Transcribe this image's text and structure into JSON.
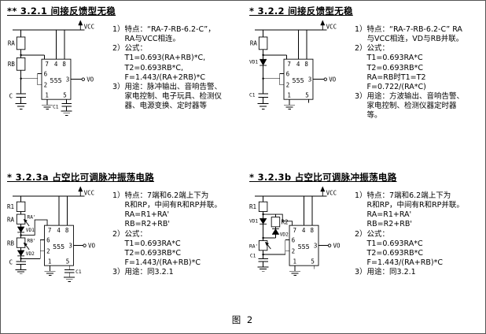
{
  "caption": "图 2",
  "sections": [
    {
      "title": "** 3.2.1 间接反馈型无稳",
      "notes": [
        {
          "num": "1）",
          "text": "特点：“RA-7-RB-6.2-C”，\nRA与VCC相连。"
        },
        {
          "num": "2）",
          "text": "公式：\nT1=0.693(RA+RB)*C,\nT2=0.693RB*C,\nF=1.443/(RA+2RB)*C"
        },
        {
          "num": "3）",
          "text": "用途：脉冲输出、音响告警、\n家电控制、电子玩具、检测仪\n器、电源变换、定时器等"
        }
      ],
      "circuit": {
        "chip": "555",
        "pins": {
          "p7": "7",
          "p4": "4",
          "p8": "8",
          "p6": "6",
          "p2": "2",
          "p3": "3",
          "p1": "1",
          "p5": "5"
        },
        "labels": {
          "ra": "RA",
          "rb": "RB",
          "c": "C",
          "c1": "C1",
          "vcc": "VCC",
          "vo": "VO"
        }
      }
    },
    {
      "title": "* 3.2.2 间接反馈型无稳",
      "notes": [
        {
          "num": "1）",
          "text": "特点：“RA-7-RB-6.2-C” RA\n与VCC相连，VD与RB并联。"
        },
        {
          "num": "2）",
          "text": "公式：\nT1=0.693RA*C\nT2=0.693RB*C\nRA=RB时T1=T2\nF=0.722/(RA*C)"
        },
        {
          "num": "3）",
          "text": "用途：方波输出、音响告警、\n家电控制、检测仪器定时器\n等。"
        }
      ],
      "circuit": {
        "chip": "555",
        "pins": {
          "p7": "7",
          "p4": "4",
          "p8": "8",
          "p6": "6",
          "p2": "2",
          "p3": "3",
          "p1": "1",
          "p5": "5"
        },
        "labels": {
          "ra": "RA",
          "vd1": "VD1",
          "c1": "C1",
          "vcc": "VCC",
          "vo": "VO"
        }
      }
    },
    {
      "title": "* 3.2.3a 占空比可调脉冲振荡电路",
      "notes": [
        {
          "num": "1）",
          "text": "特点：7端和6.2端上下为\nR和RP，中间有R和RP并联。\nRA=R1+RA'\nRB=R2+RB'"
        },
        {
          "num": "2）",
          "text": "公式：\nT1=0.693RA*C\nT2=0.693RB*C\nF=1.443/(RA+RB)*C"
        },
        {
          "num": "3）",
          "text": "用途：同3.2.1"
        }
      ],
      "circuit": {
        "chip": "555",
        "pins": {
          "p7": "7",
          "p4": "4",
          "p8": "8",
          "p6": "6",
          "p2": "2",
          "p3": "3",
          "p1": "1",
          "p5": "5"
        },
        "labels": {
          "r1": "R1",
          "ra": "RA",
          "ra_p": "RA'",
          "vd1": "VD1",
          "rb": "RB",
          "rb_p": "RB'",
          "vd2": "VD2",
          "c": "C",
          "c1": "C1",
          "vcc": "VCC",
          "vo": "VO"
        }
      }
    },
    {
      "title": "* 3.2.3b 占空比可调脉冲振荡电路",
      "notes": [
        {
          "num": "1）",
          "text": "特点：7端和6.2端上下为\nR和RP，中间有R和RP并联。\nRA=R1+RA'\nRB=R2+RB'"
        },
        {
          "num": "2）",
          "text": "公式：\nT1=0.693RA*C\nT2=0.693RB*C\nF=1.443/(RA+RB)*C"
        },
        {
          "num": "3）",
          "text": "用途：同3.2.1"
        }
      ],
      "circuit": {
        "chip": "555",
        "pins": {
          "p7": "7",
          "p4": "4",
          "p8": "8",
          "p6": "6",
          "p2": "2",
          "p3": "3",
          "p1": "1",
          "p5": "5"
        },
        "labels": {
          "r1": "R1",
          "vd1": "VD1",
          "r2": "R2",
          "vd2": "VD2",
          "ra_p": "RA'",
          "c1": "C1",
          "vcc": "VCC",
          "vo": "VO"
        }
      }
    }
  ]
}
